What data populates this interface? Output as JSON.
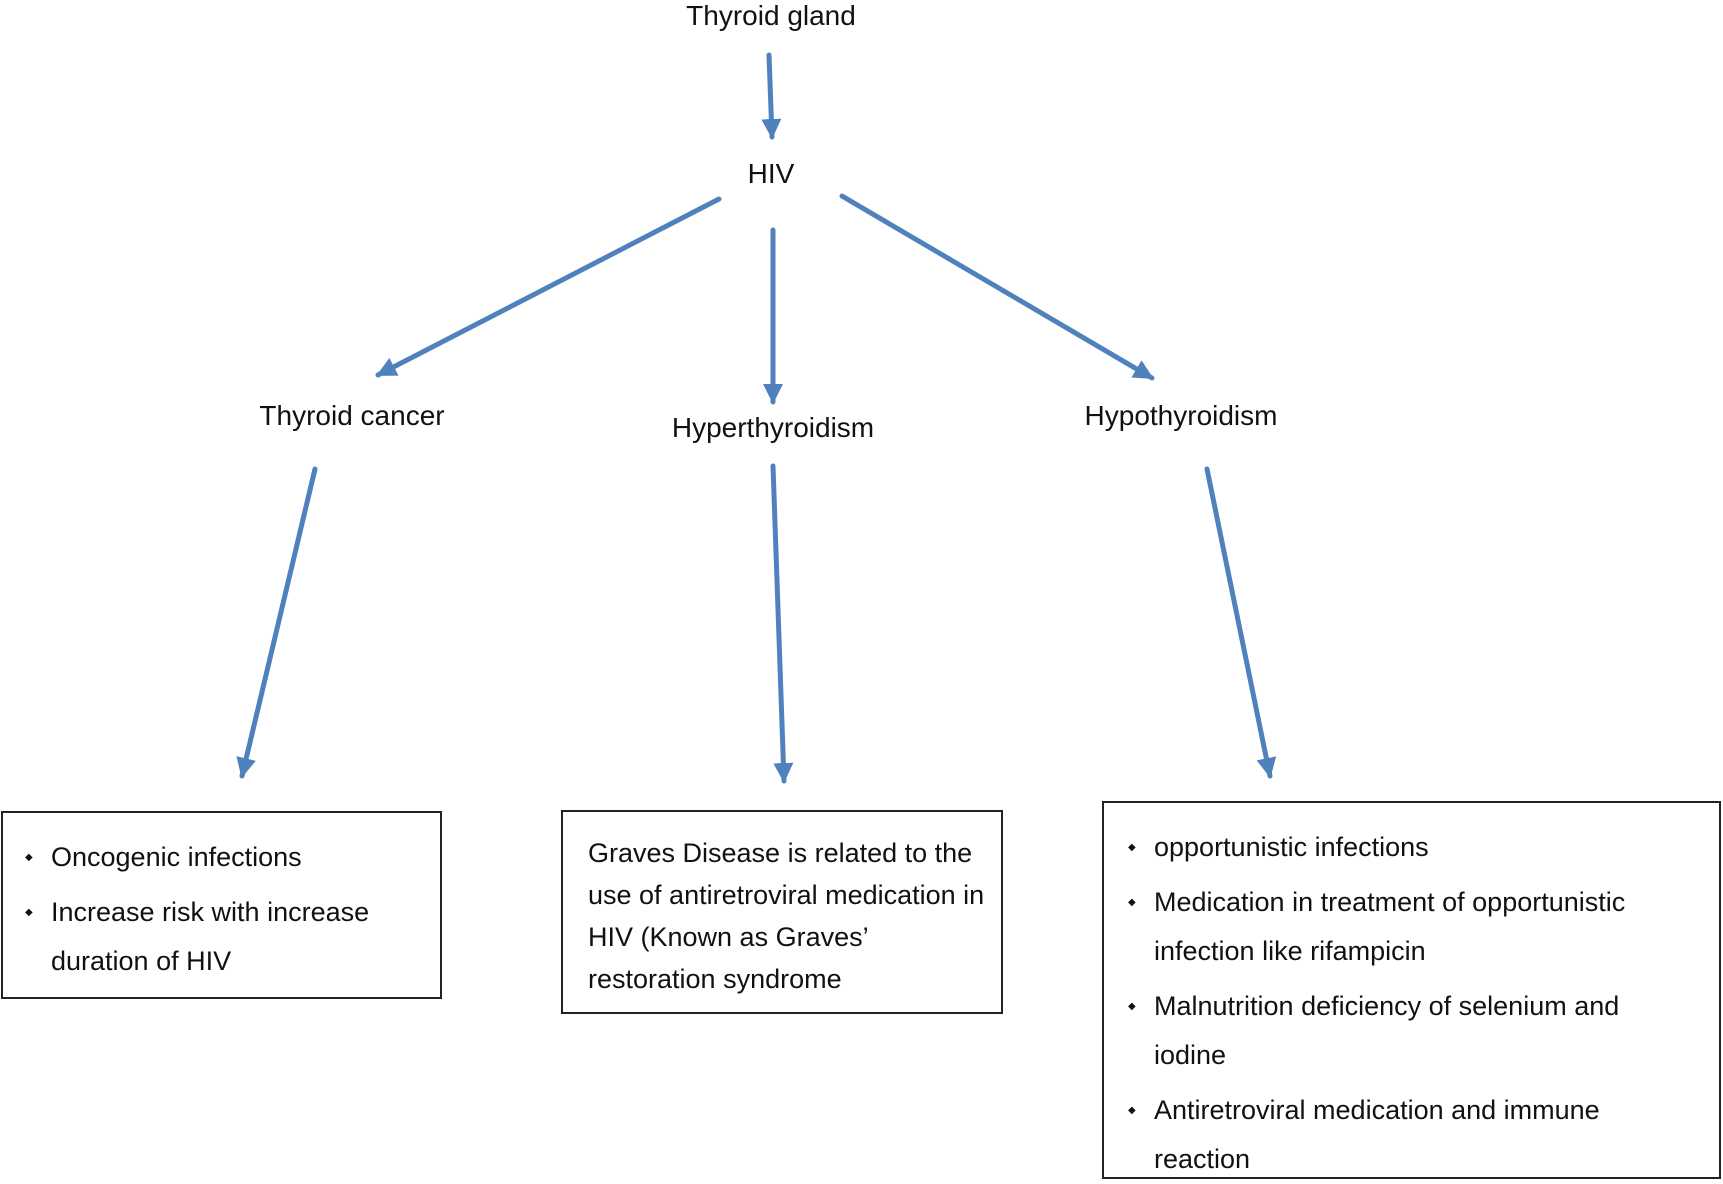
{
  "diagram": {
    "colors": {
      "arrow": "#4f81bd",
      "box_border": "#222222",
      "text": "#111111"
    },
    "nodes": {
      "root": "Thyroid gland",
      "hiv": "HIV",
      "cancer": "Thyroid cancer",
      "hyper": "Hyperthyroidism",
      "hypo": "Hypothyroidism"
    },
    "boxes": {
      "cancer": {
        "items": [
          "Oncogenic infections",
          "Increase risk with increase duration of HIV"
        ]
      },
      "hyper": {
        "text": "Graves Disease is related to the use of antiretroviral medication in HIV (Known as Graves’ restoration syndrome"
      },
      "hypo": {
        "items": [
          "opportunistic infections",
          "Medication in treatment of opportunistic infection like rifampicin",
          "Malnutrition deficiency of selenium and iodine",
          "Antiretroviral medication and immune reaction"
        ]
      }
    }
  }
}
